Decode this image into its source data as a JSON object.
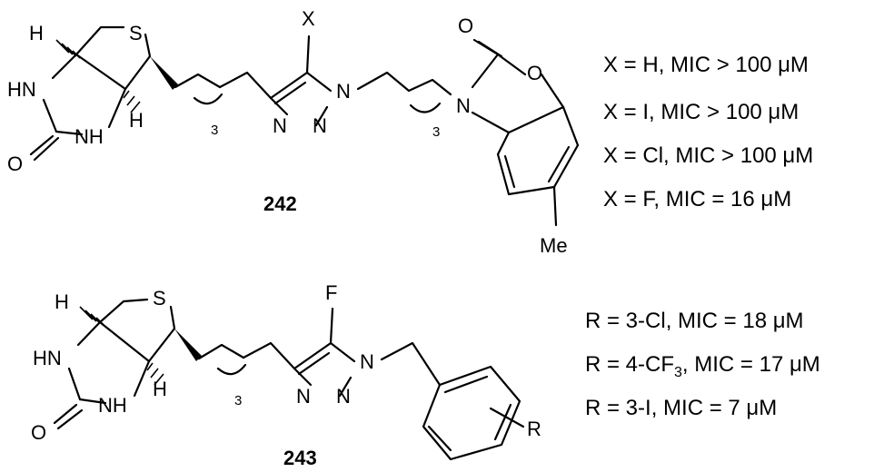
{
  "compounds": [
    {
      "id": "242",
      "atoms": {
        "S": "S",
        "H_top": "H",
        "H_bottom": "H",
        "NH_upper": "HN",
        "NH_lower": "NH",
        "O": "O",
        "chain_n": "3",
        "X": "X",
        "N1": "N",
        "N2": "N",
        "N3": "N",
        "chain2_n": "3",
        "Nbenz": "N",
        "O_ring": "O",
        "O_carbonyl": "O",
        "Me": "Me"
      },
      "sar": [
        {
          "sub": "X = H",
          "mic": "MIC > 100 μM"
        },
        {
          "sub": "X = I",
          "mic": "MIC > 100 μM"
        },
        {
          "sub": "X = Cl",
          "mic": "MIC > 100 μM"
        },
        {
          "sub": "X = F",
          "mic": "MIC = 16 μM"
        }
      ]
    },
    {
      "id": "243",
      "atoms": {
        "S": "S",
        "H_top": "H",
        "H_bottom": "H",
        "NH_upper": "HN",
        "NH_lower": "NH",
        "O": "O",
        "chain_n": "3",
        "F": "F",
        "N1": "N",
        "N2": "N",
        "N3": "N",
        "R": "R"
      },
      "sar": [
        {
          "pre": "R = 3-Cl, MIC = 18 μM"
        },
        {
          "pre": "R = 4-CF",
          "sub": "3",
          "post": ", MIC = 17 μM"
        },
        {
          "pre": "R = 3-I, MIC = 7 μM"
        }
      ]
    }
  ]
}
